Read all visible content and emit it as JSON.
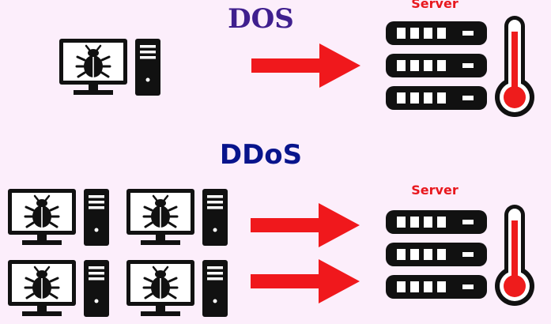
{
  "sections": {
    "dos": {
      "title": "DOS",
      "server_label": "Server"
    },
    "ddos": {
      "title": "DDoS",
      "server_label": "Server"
    }
  },
  "colors": {
    "background": "#fceefb",
    "dos_title": "#3f1f8e",
    "ddos_title": "#08148c",
    "arrow": "#f0181c",
    "server_label": "#e8181e",
    "device": "#111111",
    "thermometer_fill": "#ee1c1c"
  },
  "icons": {
    "attacker": "computer-with-bug-icon",
    "server": "server-rack-icon",
    "load": "thermometer-icon",
    "flow": "red-arrow-icon"
  }
}
